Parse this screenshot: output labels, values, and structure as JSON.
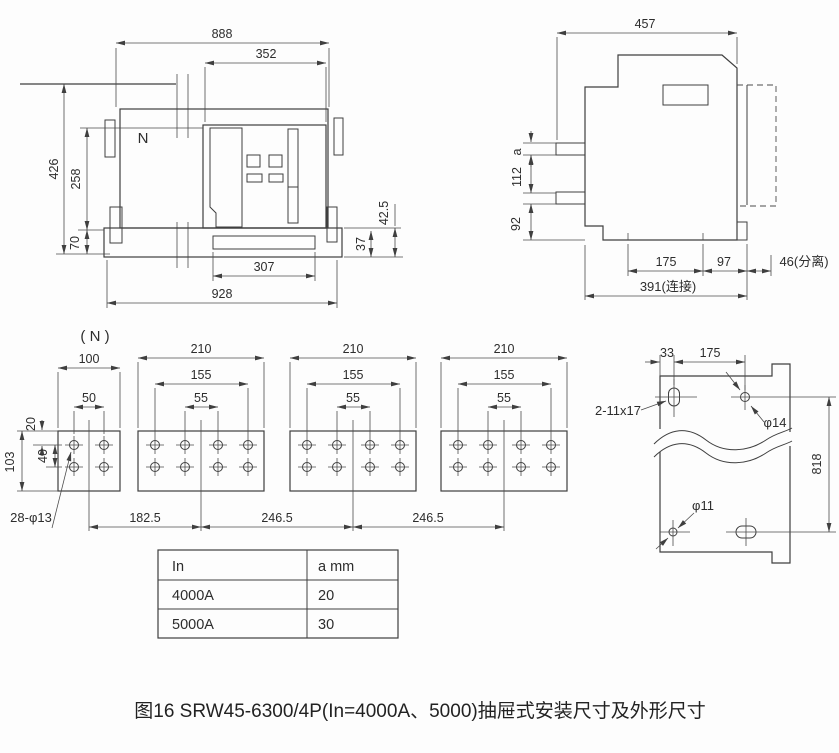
{
  "theme": {
    "line_color": "#3f3f3f",
    "background": "#fdfdfd"
  },
  "front_view": {
    "n_label": "N",
    "dim_width_total": "888",
    "dim_width_face": "352",
    "dim_height_total": "426",
    "dim_height_face": "258",
    "dim_height_base": "70",
    "dim_slot_width": "307",
    "dim_width_cradle": "928",
    "dim_base_thickness": "37",
    "dim_base_height": "42.5"
  },
  "side_view": {
    "dim_depth_total": "457",
    "dim_tab_thickness": "a",
    "dim_tab_gap": "112",
    "dim_bottom_gap": "92",
    "dim_rail_inner": "175",
    "dim_rail_outer": "97",
    "dim_separated": "46(分离)",
    "dim_connected": "391(连接)"
  },
  "busbar_view": {
    "title": "( N )",
    "n_plate": {
      "dim_width": "100",
      "dim_hole_span": "50",
      "dim_top_offset": "20",
      "dim_row_gap": "40",
      "dim_height": "103"
    },
    "phase_plate": {
      "dim_width": "210",
      "dim_hole_outer": "155",
      "dim_hole_inner": "55"
    },
    "dim_pitch_n": "182.5",
    "dim_pitch_phase_1": "246.5",
    "dim_pitch_phase_2": "246.5",
    "holes_note": "28-φ13"
  },
  "mount_view": {
    "dim_edge": "33",
    "dim_hole_span": "175",
    "slot_note": "2-11x17",
    "hole_top_note": "φ14",
    "dim_height": "818",
    "hole_bottom_note": "φ11"
  },
  "table": {
    "col1_header": "In",
    "col2_header": "a mm",
    "rows": [
      {
        "in": "4000A",
        "a": "20"
      },
      {
        "in": "5000A",
        "a": "30"
      }
    ]
  },
  "caption": "图16 SRW45-6300/4P(In=4000A、5000)抽屉式安装尺寸及外形尺寸"
}
